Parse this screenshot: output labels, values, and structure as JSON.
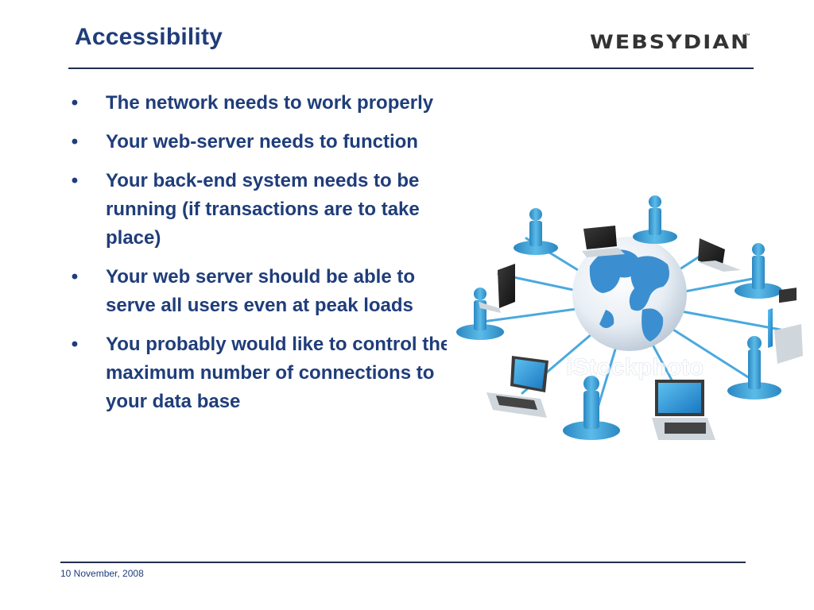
{
  "slide": {
    "title": "Accessibility",
    "logo_text": "WEBSYDIAN",
    "logo_tm": "™",
    "bullet_symbol": "•",
    "bullets": [
      "The network needs to work properly",
      "Your web-server needs to function",
      "Your back-end system needs to be running (if transactions are to take place)",
      "Your web server should be able to serve all users even at peak loads",
      "You probably would like to control the maximum number of connections to your data base"
    ],
    "image_watermark": "iStockphoto",
    "footer_date": "10 November, 2008"
  },
  "colors": {
    "title": "#1f3d7a",
    "text": "#1f3d7a",
    "rule": "#1f2f4f",
    "node": "#3aa3d8",
    "globe": "#4a8fc4"
  },
  "icons": [
    "globe-icon",
    "person-icon",
    "laptop-icon"
  ]
}
